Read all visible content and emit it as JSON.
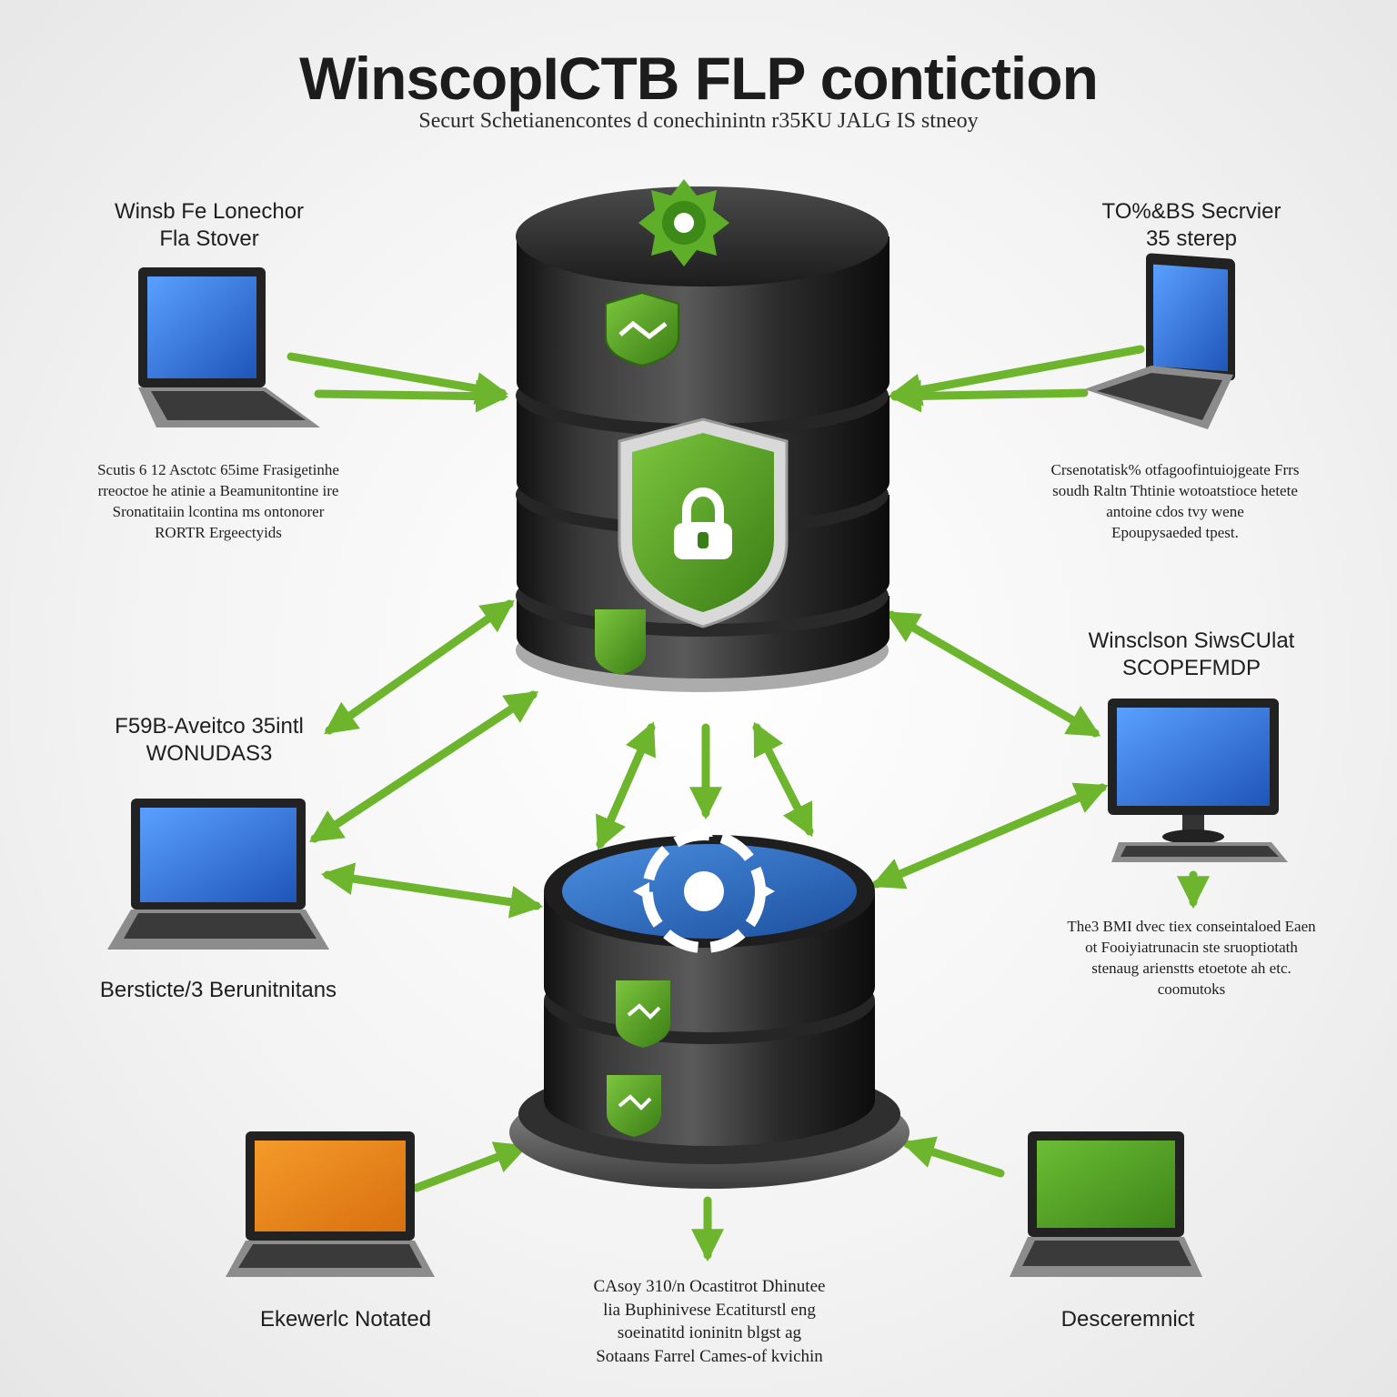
{
  "header": {
    "title": "WinscopICTB FLP  contiction",
    "subtitle": "Securt Schetianencontes d conechinintn r35KU JALG IS stneoy"
  },
  "labels": {
    "top_left": [
      "Winsb Fe Lonechor",
      "Fla Stover"
    ],
    "top_right": [
      "TO%&BS Secrvier",
      "35 sterep"
    ],
    "mid_left_desc": [
      "Scutis 6 12 Asctotc 65ime Frasigetinhe",
      "rreoctoe he atinie a Beamunitontine ire",
      "Sronatitaiin lcontina ms ontonorer",
      "RORTR Ergeectyids"
    ],
    "mid_right_desc": [
      "Crsenotatisk% otfagoofintuiojgeate Frrs",
      "soudh Raltn Thtinie wotoatstioce hetete",
      "antoine cdos tvy wene",
      "Epoupysaeded tpest."
    ],
    "right_monitor": [
      "Winsclson SiwsCUlat",
      "SCOPEFMDP"
    ],
    "left_laptop": [
      "F59B-Aveitco 35intl",
      "WONUDAS3"
    ],
    "right_desc": [
      "The3 BMI dvec tiex conseintaloed Eaen",
      "ot Fooiyiatrunacin ste sruoptiotath",
      "stenaug arienstts etoetote ah etc.",
      "coomutoks"
    ],
    "bottom_left_laptop": "Bersticte/3 Berunitnitans",
    "bottom_center": [
      "CAsoy 310/n Ocastitrot Dhinutee",
      "lia Buphinivese Ecatiturstl eng",
      "soeinatitd ioninitn blgst ag",
      "Sotaans Farrel Cames-of kvichin"
    ],
    "bottom_left": "Ekewerlc Notated",
    "bottom_right": "Desceremnict"
  },
  "colors": {
    "arrow": "#6cb52d",
    "server_dark": "#2b2b2b",
    "shield_green": "#4e9a1f",
    "screen_blue": "#2f6fcf",
    "screen_orange": "#e8841c",
    "screen_green": "#4d9a23",
    "disc_blue": "#2c6fc9"
  },
  "icons": {
    "gear": "gear-icon",
    "lock": "lock-icon",
    "shield": "shield-icon",
    "network": "network-hub-icon"
  }
}
